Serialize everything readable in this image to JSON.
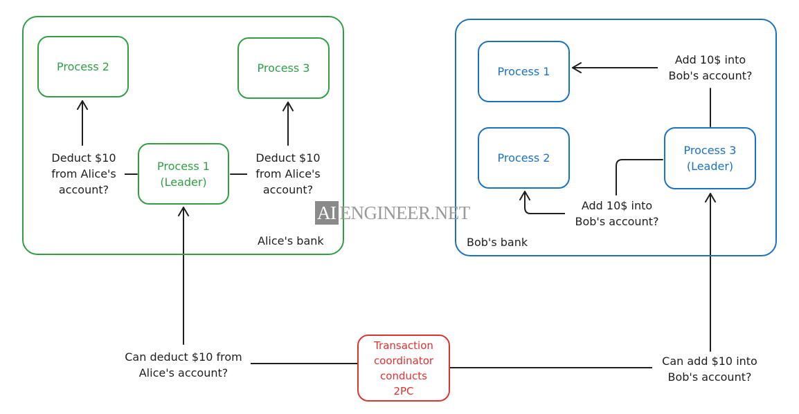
{
  "colors": {
    "alice": "#2f9e44",
    "bob": "#1971c2",
    "coordinator": "#e03131",
    "ink": "#1e1e1e"
  },
  "alice_bank": {
    "label": "Alice's bank",
    "process2": "Process 2",
    "process3": "Process 3",
    "leader": "Process 1\n(Leader)",
    "left_msg": "Deduct $10\nfrom Alice's\naccount?",
    "right_msg": "Deduct $10\nfrom Alice's\naccount?"
  },
  "bob_bank": {
    "label": "Bob's bank",
    "process1": "Process 1",
    "process2": "Process 2",
    "leader": "Process 3\n(Leader)",
    "top_msg": "Add 10$ into\nBob's account?",
    "mid_msg": "Add 10$ into\nBob's account?"
  },
  "coordinator": {
    "label": "Transaction\ncoordinator\nconducts\n2PC",
    "left_msg": "Can deduct $10 from\nAlice's account?",
    "right_msg": "Can add $10 into\nBob's account?"
  },
  "watermark": {
    "box": "AI",
    "rest": "ENGINEER.NET"
  }
}
